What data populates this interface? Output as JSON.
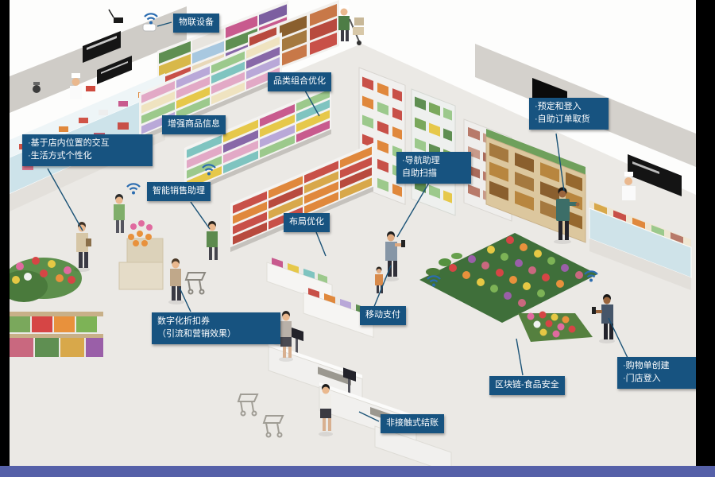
{
  "callouts": {
    "iot": "物联设备",
    "category_mix": "品类组合优化",
    "product_info": "增强商品信息",
    "location": "·基于店内位置的交互\n·生活方式个性化",
    "sales_assistant": "智能销售助理",
    "layout": "布局优化",
    "navigation": "·导航助理\n自助扫描",
    "pickup": "·预定和登入\n·自助订单取货",
    "coupon": "数字化折扣券\n（引流和营销效果）",
    "mobile_pay": "移动支付",
    "blockchain": "区块链-食品安全",
    "contactless": "非接触式结账",
    "shopping_list": "·购物单创建\n·门店登入"
  },
  "colors": {
    "callout_bg": "#175380",
    "wifi": "#2b6cb0",
    "bottom_bar": "#5560a8",
    "frame": "#000000"
  },
  "icons": {
    "wifi": "wifi-icon",
    "camera": "security-camera-icon",
    "tv": "tv-screen-icon",
    "menu_board": "menu-board-icon"
  }
}
